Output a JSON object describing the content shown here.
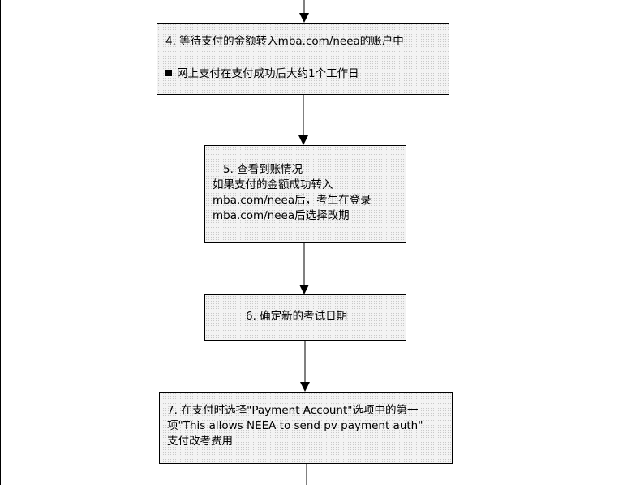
{
  "steps": {
    "step4": {
      "line1": "4. 等待支付的金额转入mba.com/neea的账户中",
      "line2": "网上支付在支付成功后大约1个工作日"
    },
    "step5": {
      "line1": "5.  查看到账情况",
      "line2": "如果支付的金额成功转入",
      "line3": "mba.com/neea后，考生在登录",
      "line4": "mba.com/neea后选择改期"
    },
    "step6": {
      "line1": "6.  确定新的考试日期"
    },
    "step7": {
      "line1": "7. 在支付时选择\"Payment Account\"选项中的第一",
      "line2": "项\"This allows NEEA to send pv payment  auth\"",
      "line3": "支付改考费用"
    }
  },
  "colors": {
    "line": "#000000",
    "box_fill": "#f3f3f3"
  }
}
